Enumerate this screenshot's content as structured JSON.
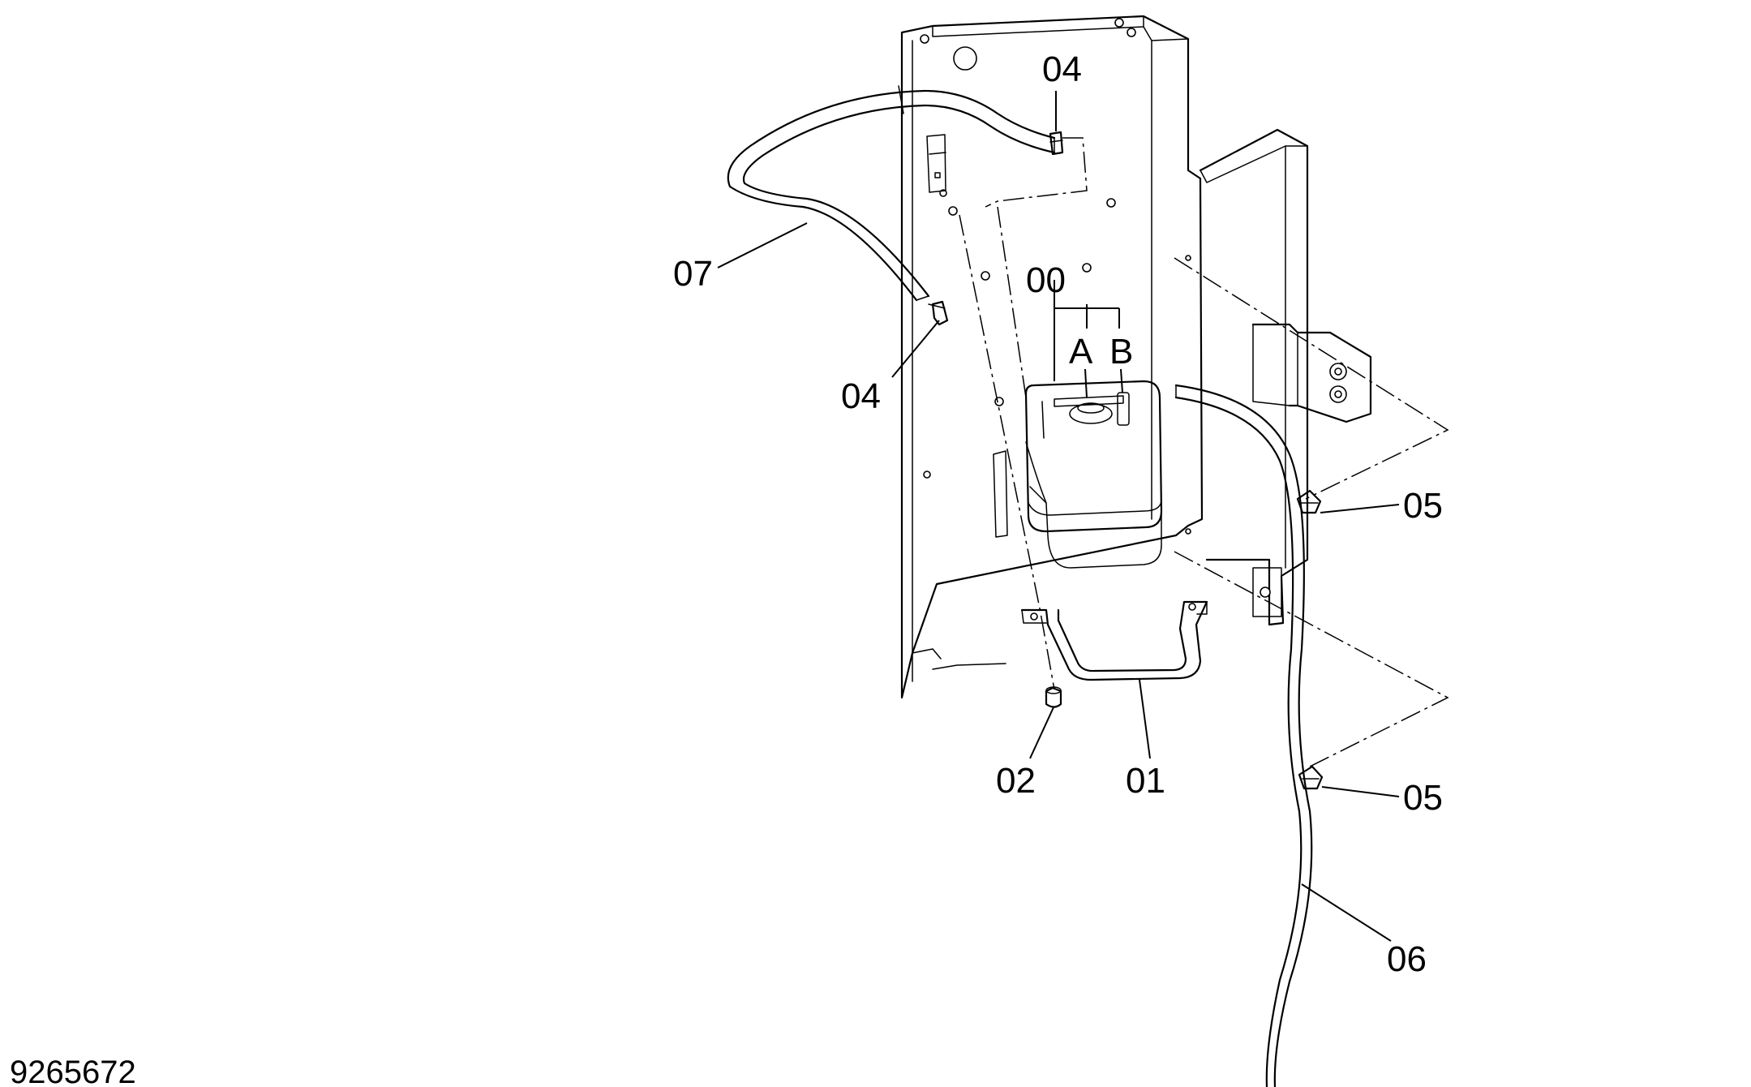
{
  "drawing_number": "9265672",
  "callouts": {
    "assembly": "00",
    "port_a": "A",
    "port_b": "B",
    "band": "01",
    "bolt": "02",
    "clip_upper": "04",
    "clip_lower": "04",
    "clamp_upper": "05",
    "clamp_lower": "05",
    "hose_long": "06",
    "hose_short": "07"
  }
}
